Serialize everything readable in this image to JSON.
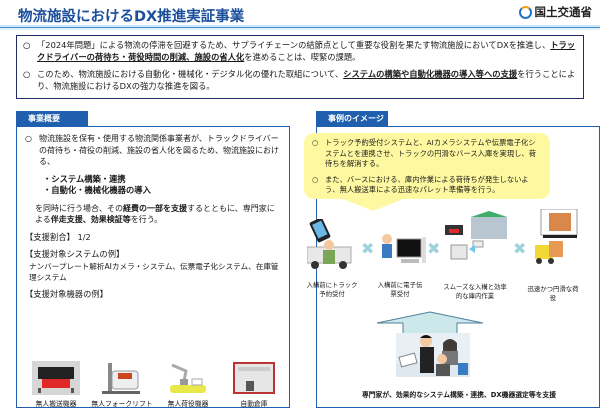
{
  "header": {
    "title": "物流施設におけるDX推進実証事業",
    "ministry": "国土交通省",
    "logo_icon": "mlit-logo-icon"
  },
  "summary": {
    "items": [
      {
        "bullet": "○",
        "pre": "「2024年問題」による物流の停滞を回避するため、サプライチェーンの結節点として重要な役割を果たす物流施設においてDXを推進し、",
        "emph": "トラックドライバーの荷待ち・荷役時間の削減、施設の省人化",
        "post": "を進めることは、喫緊の課題。"
      },
      {
        "bullet": "○",
        "pre": "このため、物流施設における自動化・機械化・デジタル化の優れた取組について、",
        "emph": "システムの構築や自動化機器の導入等への支援",
        "post": "を行うことにより、物流施設におけるDXの強力な推進を図る。"
      }
    ]
  },
  "left_panel": {
    "tab_label": "事業概要",
    "intro_bullet": "○",
    "intro": "物流施設を保有・使用する物流関係事業者が、トラックドライバーの荷待ち・荷役の削減、施設の省人化を図るため、物流施設における、",
    "list": [
      "・システム構築・連携",
      "・自動化・機械化機器の導入"
    ],
    "cont_pre": "を同時に行う場合、その",
    "cont_b1": "経費の一部を支援",
    "cont_mid": "するとともに、専門家による",
    "cont_b2": "伴走支援、効果検証等",
    "cont_post": "を行う。",
    "support_ratio_label": "【支援割合】",
    "support_ratio_value": "1/2",
    "systems_heading": "【支援対象システムの例】",
    "systems_text": "ナンバープレート解析AIカメラ・システム、伝票電子化システム、在庫管理システム",
    "devices_heading": "【支援対象機器の例】",
    "devices": [
      {
        "label": "無人搬送機器",
        "icon": "agv-icon"
      },
      {
        "label": "無人フォークリフト",
        "icon": "forklift-icon"
      },
      {
        "label": "無人荷役機器",
        "icon": "robot-arm-icon"
      },
      {
        "label": "自動倉庫",
        "icon": "automated-warehouse-icon"
      }
    ]
  },
  "right_panel": {
    "tab_label": "事例のイメージ",
    "bubble_items": [
      {
        "bullet": "○",
        "text": "トラック予約受付システムと、AIカメラシステムや伝票電子化システムとを連携させ、トラックの円滑なバース入庫を実現し、荷待ちを解消する。"
      },
      {
        "bullet": "○",
        "text": "また、バースにおける、庫内作業による荷待ちが発生しないよう、無人搬送車による迅速なパレット準備等を行う。"
      }
    ],
    "flow_steps": [
      {
        "label": "入構前にトラック予約受付",
        "icon": "truck-reservation-icon"
      },
      {
        "label": "入構前に電子伝票受付",
        "icon": "computer-icon"
      },
      {
        "label": "スムーズな入構と効率的な庫内作業",
        "icon": "warehouse-icon"
      },
      {
        "label": "迅速かつ円滑な荷役",
        "icon": "cargo-truck-icon"
      }
    ],
    "cross_symbol": "✖",
    "bottom_caption": "専門家が、効果的なシステム構築・連携、DX機器選定等を支援"
  },
  "colors": {
    "title": "#1b4f9c",
    "panel_blue": "#1f5fae",
    "summary_border": "#1f2a6b",
    "bubble": "#fef9a0",
    "cross": "#9fd3dc",
    "arrow": "#cde8ea"
  }
}
